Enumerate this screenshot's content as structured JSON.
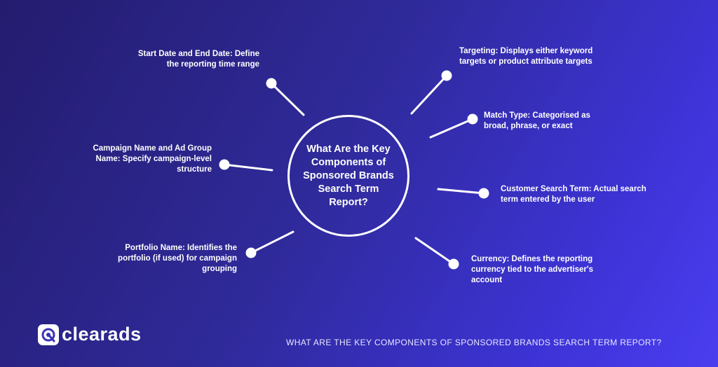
{
  "center": {
    "title": "What Are the Key Components of Sponsored Brands Search Term Report?"
  },
  "components": {
    "start_end_date": "Start Date and End Date: Define the reporting time range",
    "campaign_adgroup": "Campaign Name and Ad Group Name: Specify campaign-level structure",
    "portfolio": "Portfolio Name: Identifies the portfolio (if used) for campaign grouping",
    "targeting": "Targeting: Displays either keyword targets or product attribute targets",
    "match_type": "Match Type: Categorised as broad, phrase, or exact",
    "customer_search_term": "Customer Search Term: Actual search term entered by the user",
    "currency": "Currency: Defines the reporting currency tied to the advertiser's account"
  },
  "brand": {
    "name": "clearads"
  },
  "footer": {
    "caption": "WHAT ARE THE KEY COMPONENTS OF SPONSORED BRANDS SEARCH TERM REPORT?"
  },
  "colors": {
    "background_start": "#241c6e",
    "background_end": "#4a3ef0",
    "line": "#ffffff"
  }
}
